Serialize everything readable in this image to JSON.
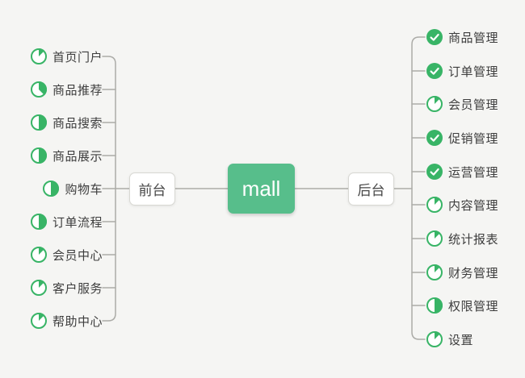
{
  "root": {
    "label": "mall"
  },
  "branches": {
    "front": {
      "label": "前台"
    },
    "back": {
      "label": "后台"
    }
  },
  "front_items": [
    {
      "label": "首页门户",
      "icon": "progress-pie",
      "progress": 0.125
    },
    {
      "label": "商品推荐",
      "icon": "progress-pie",
      "progress": 0.375
    },
    {
      "label": "商品搜索",
      "icon": "progress-pie",
      "progress": 0.5
    },
    {
      "label": "商品展示",
      "icon": "progress-pie",
      "progress": 0.5
    },
    {
      "label": "购物车",
      "icon": "progress-pie",
      "progress": 0.5
    },
    {
      "label": "订单流程",
      "icon": "progress-pie",
      "progress": 0.5
    },
    {
      "label": "会员中心",
      "icon": "progress-pie",
      "progress": 0.125
    },
    {
      "label": "客户服务",
      "icon": "progress-pie",
      "progress": 0.125
    },
    {
      "label": "帮助中心",
      "icon": "progress-pie",
      "progress": 0.125
    }
  ],
  "back_items": [
    {
      "label": "商品管理",
      "icon": "done-check",
      "progress": 1
    },
    {
      "label": "订单管理",
      "icon": "done-check",
      "progress": 1
    },
    {
      "label": "会员管理",
      "icon": "progress-pie",
      "progress": 0.125
    },
    {
      "label": "促销管理",
      "icon": "done-check",
      "progress": 1
    },
    {
      "label": "运营管理",
      "icon": "done-check",
      "progress": 1
    },
    {
      "label": "内容管理",
      "icon": "progress-pie",
      "progress": 0.125
    },
    {
      "label": "统计报表",
      "icon": "progress-pie",
      "progress": 0.125
    },
    {
      "label": "财务管理",
      "icon": "progress-pie",
      "progress": 0.125
    },
    {
      "label": "权限管理",
      "icon": "progress-pie",
      "progress": 0.5
    },
    {
      "label": "设置",
      "icon": "progress-pie",
      "progress": 0.125
    }
  ],
  "colors": {
    "background": "#F5F5F3",
    "accent_green": "#57BE8B",
    "icon_green": "#38B466",
    "connector_gray": "#ABABA7"
  }
}
